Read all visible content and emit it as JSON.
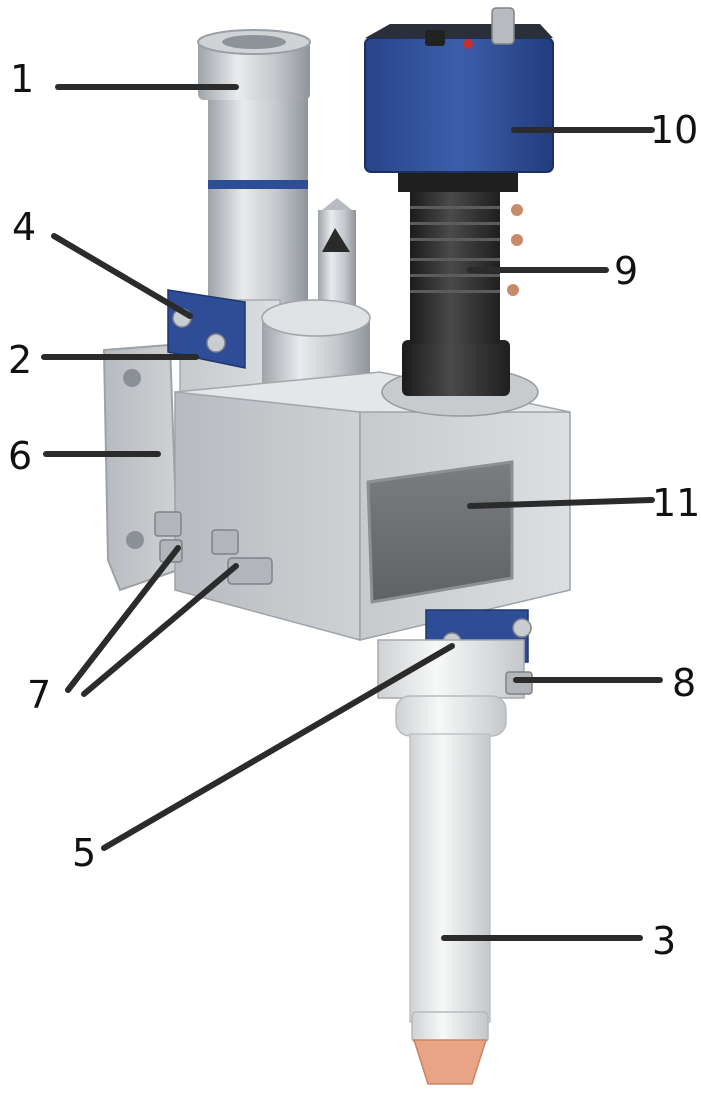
{
  "figure": {
    "callouts": [
      {
        "id": "1",
        "label": "1"
      },
      {
        "id": "2",
        "label": "2"
      },
      {
        "id": "3",
        "label": "3"
      },
      {
        "id": "4",
        "label": "4"
      },
      {
        "id": "5",
        "label": "5"
      },
      {
        "id": "6",
        "label": "6"
      },
      {
        "id": "7",
        "label": "7"
      },
      {
        "id": "8",
        "label": "8"
      },
      {
        "id": "9",
        "label": "9"
      },
      {
        "id": "10",
        "label": "10"
      },
      {
        "id": "11",
        "label": "11"
      }
    ],
    "colors": {
      "housing": "#d2d5d8",
      "housing_shadow": "#a9adb1",
      "blue_clamp": "#2e4d96",
      "camera_blue": "#2f4f9a",
      "lens_black": "#2a2a2a",
      "window_gray": "#6f7275",
      "nozzle_tip": "#e8a585"
    }
  }
}
